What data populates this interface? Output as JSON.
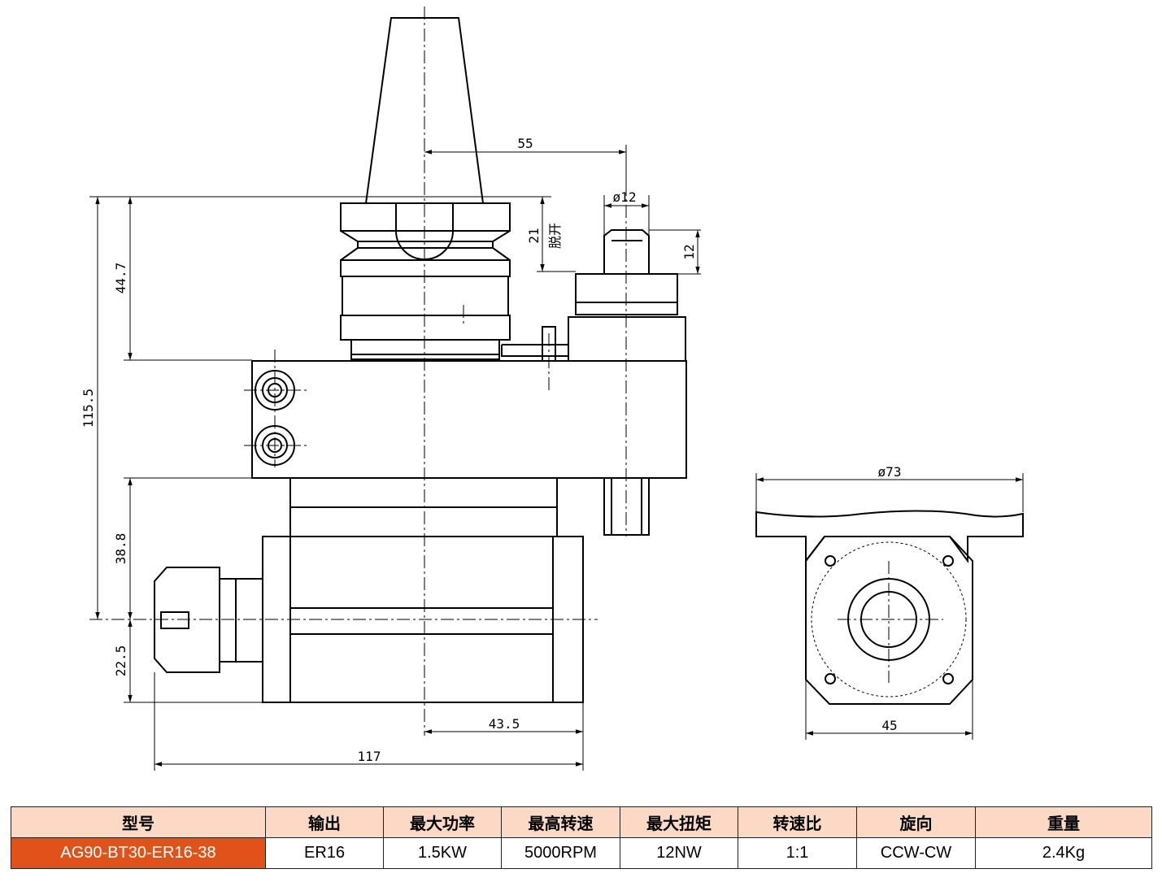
{
  "drawing": {
    "dimensions": {
      "d55": "55",
      "phi12": "ø12",
      "d21": "21",
      "release_note": "脱开",
      "d12": "12",
      "d44_7": "44.7",
      "d115_5": "115.5",
      "d38_8": "38.8",
      "d22_5": "22.5",
      "d43_5": "43.5",
      "d117": "117",
      "phi73": "ø73",
      "d45": "45"
    }
  },
  "spec_table": {
    "headers": [
      "型号",
      "输出",
      "最大功率",
      "最高转速",
      "最大扭矩",
      "转速比",
      "旋向",
      "重量"
    ],
    "values": [
      "AG90-BT30-ER16-38",
      "ER16",
      "1.5KW",
      "5000RPM",
      "12NW",
      "1:1",
      "CCW-CW",
      "2.4Kg"
    ]
  },
  "colors": {
    "header_bg": "#fbd9c4",
    "model_bg": "#e0521a",
    "line": "#000000"
  }
}
